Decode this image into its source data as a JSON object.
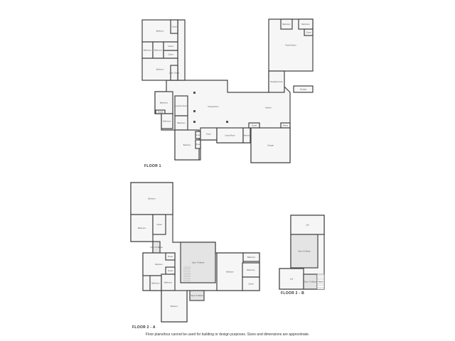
{
  "floors": [
    {
      "label": "FLOOR 1",
      "rooms": [
        "Bedroom",
        "Closet",
        "Bathroom",
        "Bathroom",
        "Closet",
        "Closet",
        "Bedroom",
        "Linen Closet",
        "Bathroom",
        "Closet",
        "Laundry Room",
        "Bathroom",
        "Bathroom",
        "Bedroom",
        "Closet",
        "Closet",
        "Foyer",
        "Dining Room",
        "Living Room",
        "Bathroom",
        "Kitchen",
        "Closet",
        "Pantry",
        "Garage",
        "Family Room",
        "Bathroom",
        "Bathroom",
        "Closet",
        "Breakfast Area",
        "Storage"
      ]
    },
    {
      "label": "FLOOR 2 - A",
      "rooms": [
        "Bedroom",
        "Bathroom",
        "Closet",
        "Open To Below",
        "Bedroom",
        "Closet",
        "Closet",
        "Bathroom",
        "Bathroom",
        "Open To Below",
        "Bedroom",
        "Bathroom",
        "Bathroom",
        "Closet",
        "Open To Below",
        "Bedroom"
      ]
    },
    {
      "label": "FLOOR 2 - B",
      "rooms": [
        "Loft",
        "Open To Below",
        "Loft",
        "Open To Below",
        "Stairs"
      ]
    }
  ],
  "disclaimer": "Floor plans/tour cannot be used for building or design purposes. Sizes and dimensions are approximate."
}
